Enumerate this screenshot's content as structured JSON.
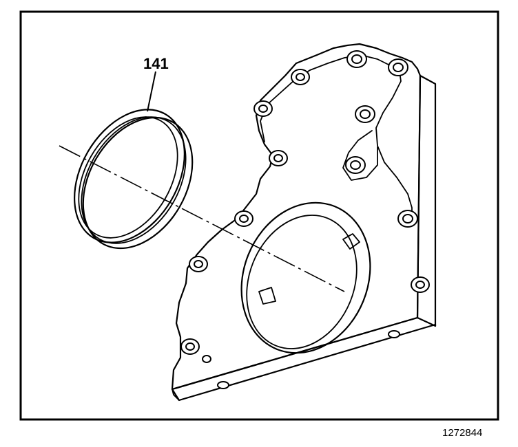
{
  "figure": {
    "callout_label": "141",
    "figure_number": "1272844",
    "parts": [
      {
        "name": "rear-crankshaft-oil-seal",
        "callout": "141"
      },
      {
        "name": "engine-rear-cover",
        "callout": ""
      }
    ]
  }
}
